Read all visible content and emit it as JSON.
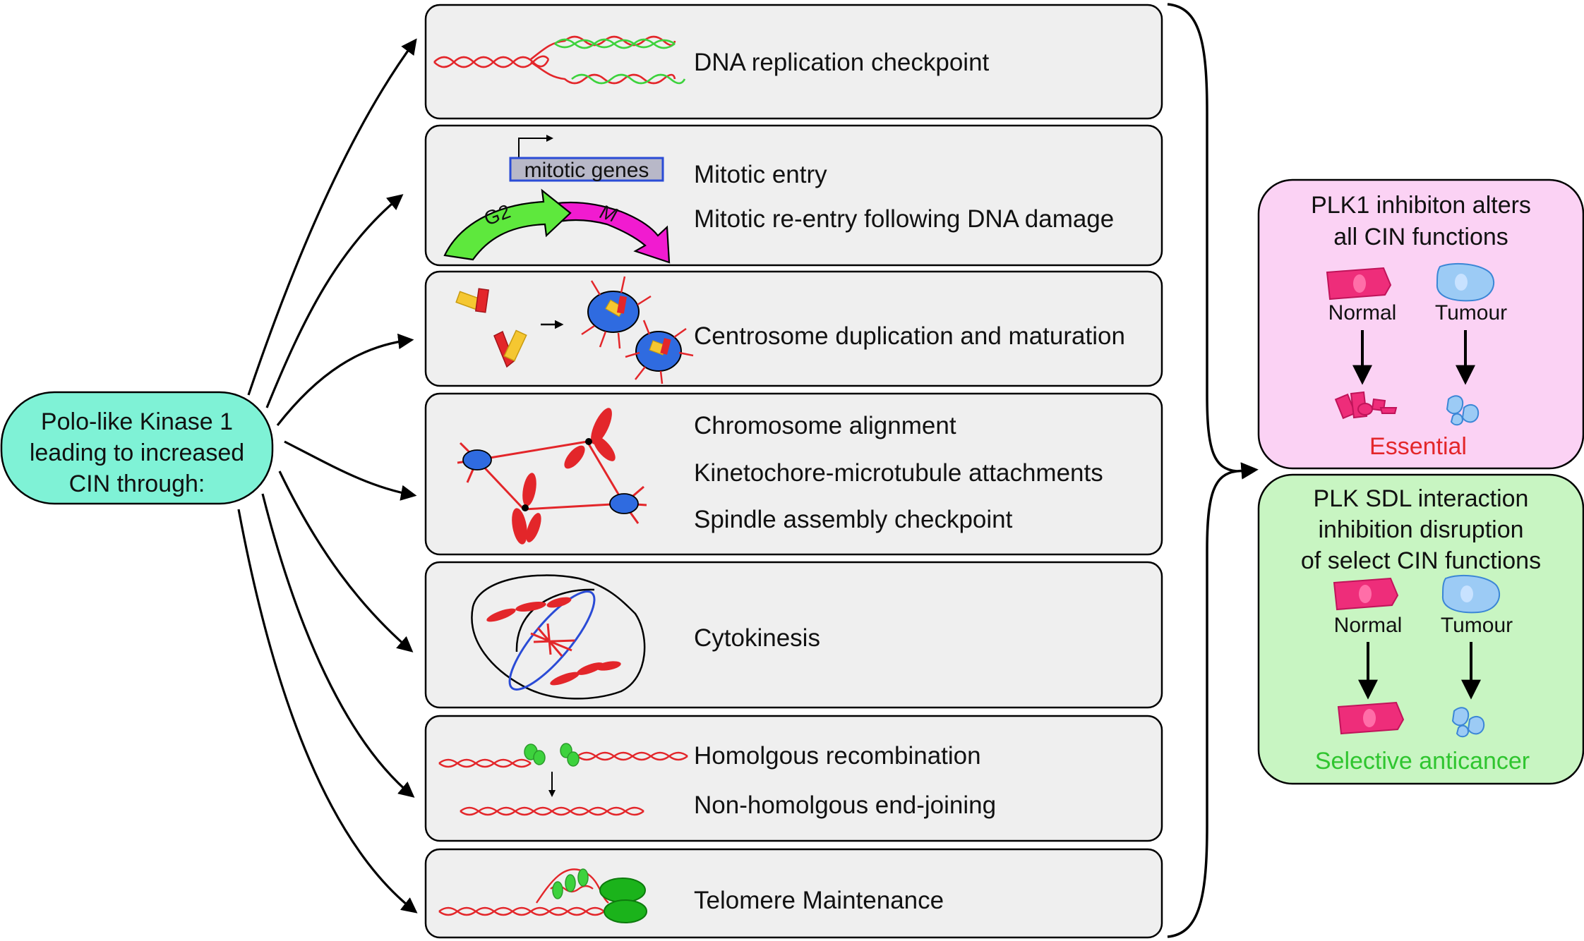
{
  "source": {
    "lines": [
      "Polo-like Kinase 1",
      "leading to increased",
      "CIN through:"
    ]
  },
  "colors": {
    "source_fill": "#7ff2d6",
    "panel_fill": "#efefef",
    "pink_box": "#fbd2f4",
    "green_box": "#c8f5c2",
    "dna_red": "#e3262a",
    "dna_green": "#3dd23d",
    "normal_cell": "#ee2d7a",
    "tumour_cell": "#9ccbf5",
    "essential_text": "#e3262a",
    "selective_text": "#2fc52f"
  },
  "panels": [
    {
      "id": "replication",
      "icon": "dna-replication-fork-icon",
      "lines": [
        "DNA replication checkpoint"
      ]
    },
    {
      "id": "mitotic",
      "icon": "cell-cycle-arrow-icon",
      "lines": [
        "Mitotic entry",
        "Mitotic re-entry following DNA damage"
      ],
      "gene_box": "mitotic genes",
      "g2_label": "G2",
      "m_label": "M"
    },
    {
      "id": "centrosome",
      "icon": "centrosome-duplication-icon",
      "lines": [
        "Centrosome duplication and maturation"
      ]
    },
    {
      "id": "chromosome",
      "icon": "mitotic-spindle-icon",
      "lines": [
        "Chromosome alignment",
        "Kinetochore-microtubule attachments",
        "Spindle assembly checkpoint"
      ]
    },
    {
      "id": "cytokinesis",
      "icon": "dividing-cell-icon",
      "lines": [
        "Cytokinesis"
      ]
    },
    {
      "id": "recombination",
      "icon": "dna-repair-icon",
      "lines": [
        "Homolgous recombination",
        "Non-homolgous end-joining"
      ]
    },
    {
      "id": "telomere",
      "icon": "telomere-icon",
      "lines": [
        "Telomere Maintenance"
      ]
    }
  ],
  "outcomes": [
    {
      "id": "plk1-inhibition",
      "title_lines": [
        "PLK1 inhibiton alters",
        "all CIN functions"
      ],
      "normal_label": "Normal",
      "tumour_label": "Tumour",
      "result": "Essential"
    },
    {
      "id": "sdl-interaction",
      "title_lines": [
        "PLK SDL interaction",
        "inhibition disruption",
        "of select CIN functions"
      ],
      "normal_label": "Normal",
      "tumour_label": "Tumour",
      "result": "Selective anticancer"
    }
  ]
}
